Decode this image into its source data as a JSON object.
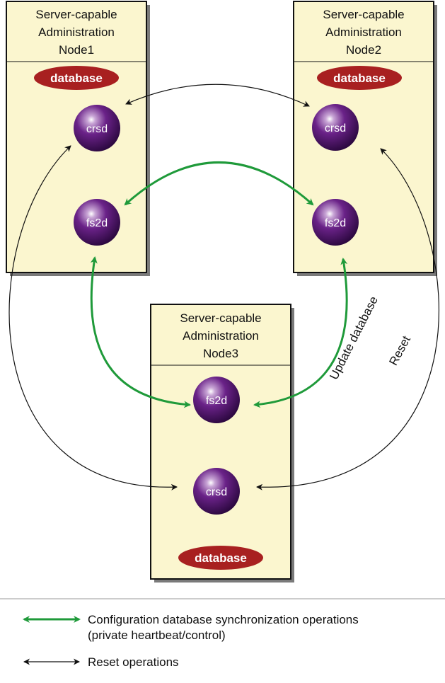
{
  "nodes": [
    {
      "title_lines": [
        "Server-capable",
        "Administration",
        "Node1"
      ],
      "database": "database",
      "processes": [
        "crsd",
        "fs2d"
      ]
    },
    {
      "title_lines": [
        "Server-capable",
        "Administration",
        "Node2"
      ],
      "database": "database",
      "processes": [
        "crsd",
        "fs2d"
      ]
    },
    {
      "title_lines": [
        "Server-capable",
        "Administration",
        "Node3"
      ],
      "database": "database",
      "processes": [
        "fs2d",
        "crsd"
      ]
    }
  ],
  "connection_labels": {
    "update": "Update database",
    "reset": "Reset"
  },
  "legend": {
    "sync_line1": "Configuration database synchronization operations",
    "sync_line2": "(private heartbeat/control)",
    "reset": "Reset operations"
  },
  "colors": {
    "node_fill": "#fbf6cf",
    "sphere": "#5a1878",
    "database": "#a82020",
    "sync_arrow": "#1f9a3a",
    "reset_arrow": "#111111"
  }
}
